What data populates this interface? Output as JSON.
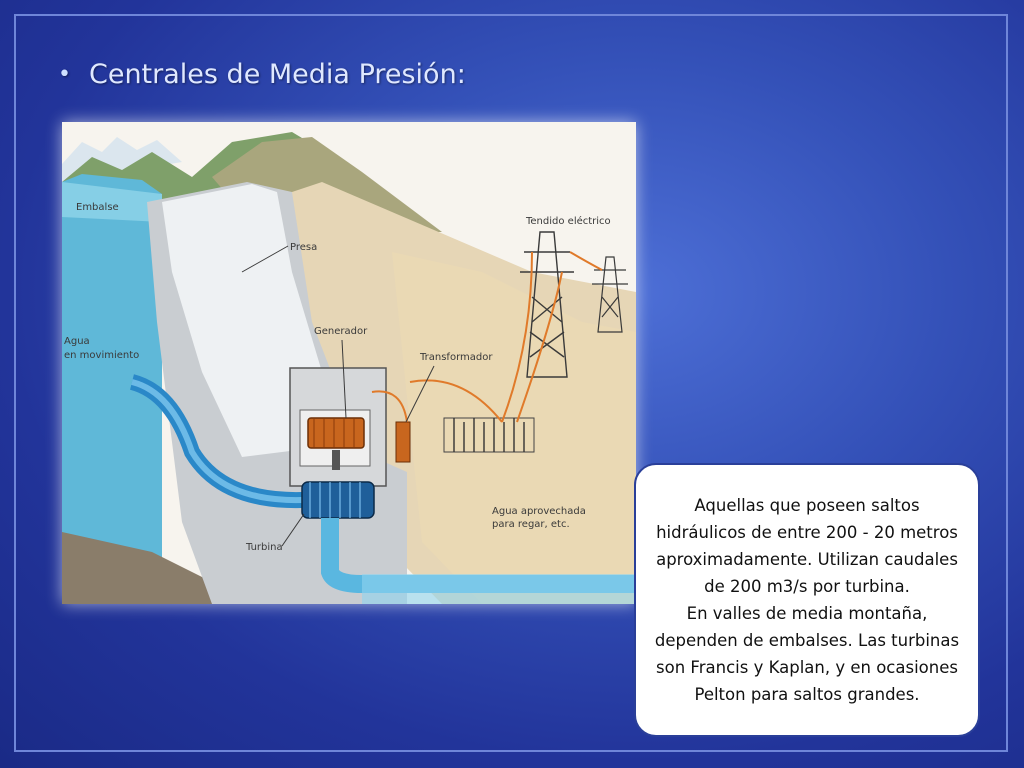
{
  "slide": {
    "title": "Centrales de Media Presión:",
    "bullet": "•"
  },
  "diagram": {
    "labels": {
      "embalse": "Embalse",
      "presa": "Presa",
      "tendido": "Tendido eléctrico",
      "generador": "Generador",
      "transformador": "Transformador",
      "agua_mov_1": "Agua",
      "agua_mov_2": "en movimiento",
      "agua_aprov_1": "Agua aprovechada",
      "agua_aprov_2": "para regar, etc.",
      "turbina": "Turbina"
    }
  },
  "callout": {
    "paragraph_1": "Aquellas que poseen saltos hidráulicos de entre 200 - 20 metros aproximadamente. Utilizan caudales de 200 m3/s por turbina.",
    "paragraph_2": "En valles de media montaña, dependen de embalses. Las turbinas son Francis y Kaplan, y en ocasiones Pelton para saltos grandes."
  },
  "colors": {
    "background": "#3451b8",
    "frame": "#6f86d9",
    "water": "#5fb8d8",
    "dam": "#e9ecef",
    "cable": "#e07a2a"
  }
}
